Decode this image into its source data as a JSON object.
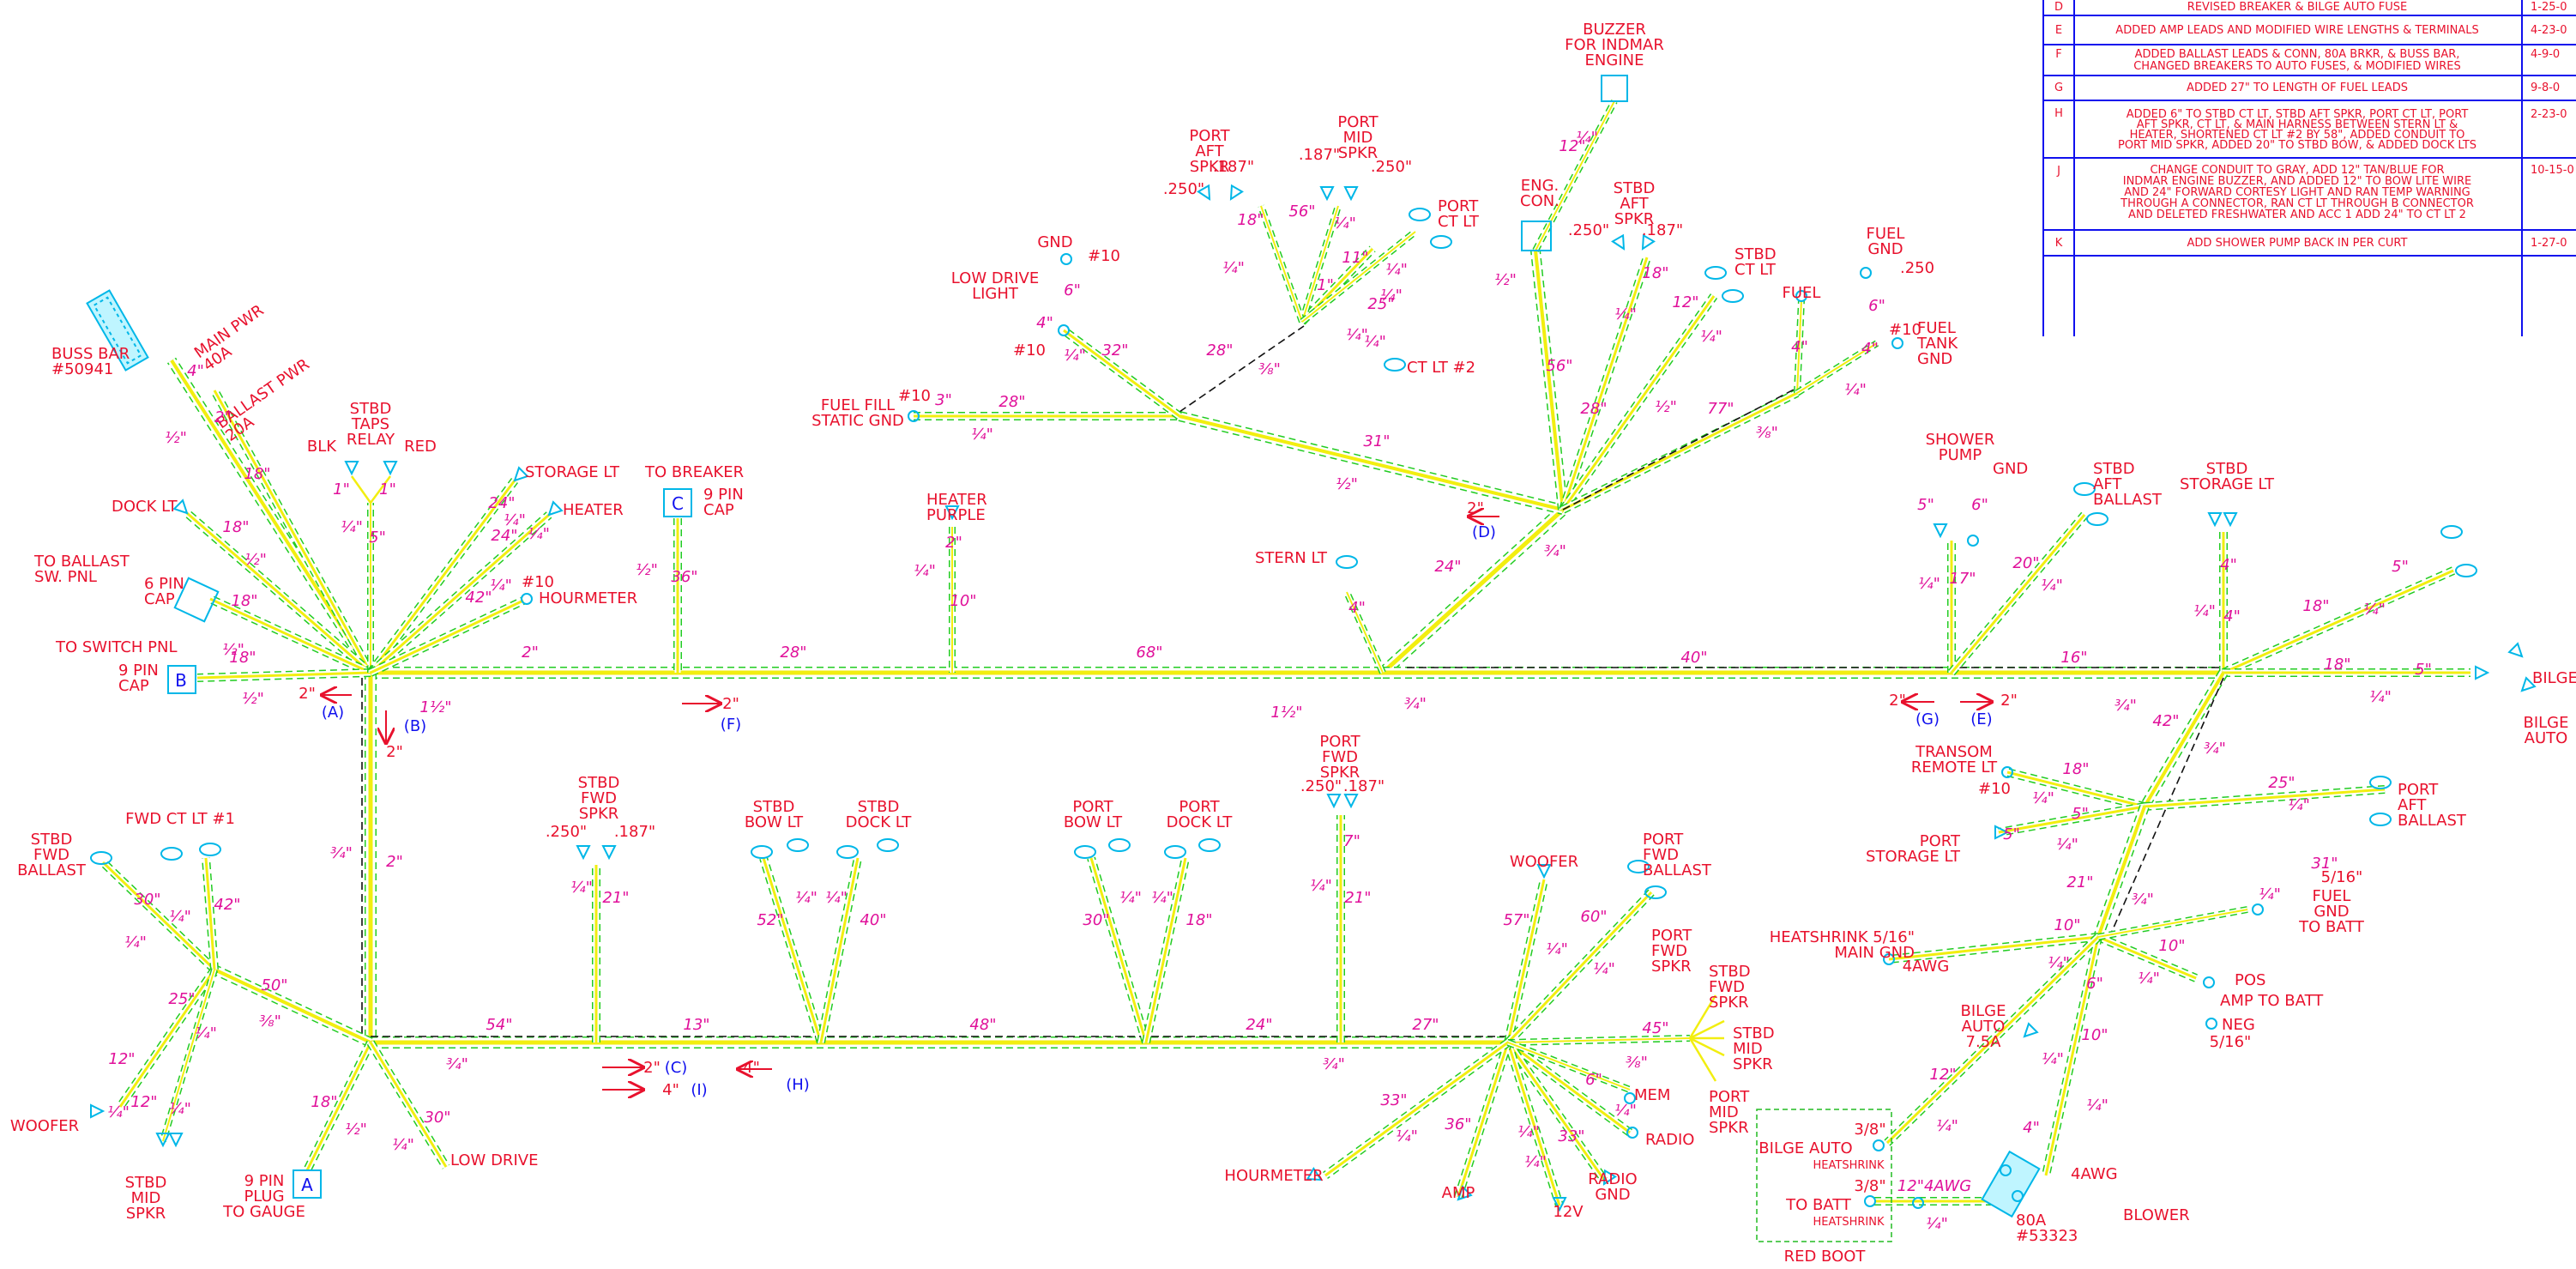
{
  "revisions": [
    {
      "letter": "D",
      "description": [
        "REVISED BREAKER & BILGE AUTO FUSE"
      ],
      "date": "1-25-0"
    },
    {
      "letter": "E",
      "description": [
        "ADDED AMP LEADS AND MODIFIED WIRE LENGTHS & TERMINALS"
      ],
      "date": "4-23-0"
    },
    {
      "letter": "F",
      "description": [
        "ADDED BALLAST LEADS & CONN, 80A BRKR, & BUSS BAR,",
        "CHANGED BREAKERS TO AUTO FUSES, & MODIFIED WIRES"
      ],
      "date": "4-9-0"
    },
    {
      "letter": "G",
      "description": [
        "ADDED 27\" TO LENGTH OF FUEL LEADS"
      ],
      "date": "9-8-0"
    },
    {
      "letter": "H",
      "description": [
        "ADDED 6\" TO STBD CT LT, STBD AFT SPKR, PORT CT LT, PORT",
        "AFT SPKR, CT LT, & MAIN HARNESS BETWEEN STERN LT &",
        "HEATER, SHORTENED CT LT #2 BY 58\", ADDED CONDUIT TO",
        "PORT MID SPKR, ADDED 20\" TO STBD BOW, & ADDED DOCK LTS"
      ],
      "date": "2-23-0"
    },
    {
      "letter": "J",
      "description": [
        "CHANGE CONDUIT TO GRAY, ADD 12\" TAN/BLUE FOR",
        "INDMAR ENGINE BUZZER, AND ADDED 12\" TO BOW LITE WIRE",
        "AND 24\" FORWARD CORTESY LIGHT AND RAN TEMP WARNING",
        "THROUGH A CONNECTOR, RAN CT LT THROUGH B CONNECTOR",
        "AND DELETED FRESHWATER AND ACC 1 ADD 24\" TO CT LT 2"
      ],
      "date": "10-15-0"
    },
    {
      "letter": "K",
      "description": [
        "ADD SHOWER PUMP BACK IN PER CURT"
      ],
      "date": "1-27-0"
    }
  ],
  "labels": [
    {
      "id": "buzzer",
      "lines": [
        "BUZZER",
        "FOR INDMAR",
        "ENGINE"
      ]
    },
    {
      "id": "buss-bar",
      "lines": [
        "BUSS BAR",
        "#50941"
      ]
    },
    {
      "id": "main-pwr",
      "lines": [
        "MAIN PWR",
        "40A"
      ]
    },
    {
      "id": "ballast-pwr",
      "lines": [
        "BALLAST PWR",
        "20A"
      ]
    },
    {
      "id": "stbd-taps-relay",
      "lines": [
        "STBD",
        "TAPS",
        "RELAY"
      ]
    },
    {
      "id": "blk",
      "lines": [
        "BLK"
      ]
    },
    {
      "id": "red",
      "lines": [
        "RED"
      ]
    },
    {
      "id": "dock-lt",
      "lines": [
        "DOCK LT"
      ]
    },
    {
      "id": "storage-lt-fwd",
      "lines": [
        "STORAGE LT"
      ]
    },
    {
      "id": "heater",
      "lines": [
        "HEATER"
      ]
    },
    {
      "id": "to-breaker",
      "lines": [
        "TO BREAKER"
      ]
    },
    {
      "id": "nine-pin-cap-c",
      "lines": [
        "9 PIN",
        "CAP"
      ]
    },
    {
      "id": "to-ballast",
      "lines": [
        "TO BALLAST",
        "SW. PNL"
      ]
    },
    {
      "id": "six-pin-cap",
      "lines": [
        "6 PIN",
        "CAP"
      ]
    },
    {
      "id": "hourmeter-top",
      "lines": [
        "HOURMETER"
      ]
    },
    {
      "id": "to-switch-pnl",
      "lines": [
        "TO SWITCH PNL"
      ]
    },
    {
      "id": "nine-pin-cap-b",
      "lines": [
        "9 PIN",
        "CAP"
      ]
    },
    {
      "id": "gnd-low",
      "lines": [
        "GND"
      ]
    },
    {
      "id": "low-drive-light",
      "lines": [
        "LOW DRIVE",
        "LIGHT"
      ]
    },
    {
      "id": "fuel-fill",
      "lines": [
        "FUEL FILL",
        "STATIC GND"
      ]
    },
    {
      "id": "heater-purple",
      "lines": [
        "HEATER",
        "PURPLE"
      ]
    },
    {
      "id": "port-aft-spkr",
      "lines": [
        "PORT",
        "AFT",
        "SPKR"
      ]
    },
    {
      "id": "port-mid-spkr",
      "lines": [
        "PORT",
        "MID",
        "SPKR"
      ]
    },
    {
      "id": "port-ct-lt",
      "lines": [
        "PORT",
        "CT LT"
      ]
    },
    {
      "id": "ct-lt-2",
      "lines": [
        "CT LT #2"
      ]
    },
    {
      "id": "eng-con",
      "lines": [
        "ENG.",
        "CON."
      ]
    },
    {
      "id": "stbd-aft-spkr",
      "lines": [
        "STBD",
        "AFT",
        "SPKR"
      ]
    },
    {
      "id": "stbd-ct-lt",
      "lines": [
        "STBD",
        "CT LT"
      ]
    },
    {
      "id": "fuel",
      "lines": [
        "FUEL"
      ]
    },
    {
      "id": "fuel-gnd",
      "lines": [
        "FUEL",
        "GND"
      ]
    },
    {
      "id": "fuel-tank-gnd",
      "lines": [
        "FUEL",
        "TANK",
        "GND"
      ]
    },
    {
      "id": "stern-lt",
      "lines": [
        "STERN LT"
      ]
    },
    {
      "id": "shower-pump",
      "lines": [
        "SHOWER",
        "PUMP"
      ]
    },
    {
      "id": "gnd-shower",
      "lines": [
        "GND"
      ]
    },
    {
      "id": "stbd-aft-ballast",
      "lines": [
        "STBD",
        "AFT",
        "BALLAST"
      ]
    },
    {
      "id": "stbd-storage-lt",
      "lines": [
        "STBD",
        "STORAGE LT"
      ]
    },
    {
      "id": "bilge",
      "lines": [
        "BILGE"
      ]
    },
    {
      "id": "bilge-auto-r",
      "lines": [
        "BILGE",
        "AUTO"
      ]
    },
    {
      "id": "transom-remote-lt",
      "lines": [
        "TRANSOM",
        "REMOTE LT"
      ]
    },
    {
      "id": "port-aft-ballast",
      "lines": [
        "PORT",
        "AFT",
        "BALLAST"
      ]
    },
    {
      "id": "port-storage-lt",
      "lines": [
        "PORT",
        "STORAGE LT"
      ]
    },
    {
      "id": "fuel-gnd-batt",
      "lines": [
        "FUEL",
        "GND",
        "TO BATT"
      ]
    },
    {
      "id": "heatshrink-main",
      "lines": [
        "HEATSHRINK 5/16\"",
        "MAIN GND"
      ]
    },
    {
      "id": "pos",
      "lines": [
        "POS"
      ]
    },
    {
      "id": "amp-to-batt",
      "lines": [
        "AMP TO BATT"
      ]
    },
    {
      "id": "neg",
      "lines": [
        "NEG"
      ]
    },
    {
      "id": "bilge-auto-fuse",
      "lines": [
        "BILGE",
        "AUTO",
        "7.5A"
      ]
    },
    {
      "id": "bilge-auto-box",
      "lines": [
        "BILGE AUTO"
      ]
    },
    {
      "id": "to-batt",
      "lines": [
        "TO BATT"
      ]
    },
    {
      "id": "red-boot",
      "lines": [
        "RED BOOT"
      ]
    },
    {
      "id": "blower",
      "lines": [
        "BLOWER"
      ]
    },
    {
      "id": "eighty-a",
      "lines": [
        "80A",
        "#53323"
      ]
    },
    {
      "id": "stbd-fwd-ballast",
      "lines": [
        "STBD",
        "FWD",
        "BALLAST"
      ]
    },
    {
      "id": "fwd-ct-lt",
      "lines": [
        "FWD CT LT #1"
      ]
    },
    {
      "id": "woofer-l",
      "lines": [
        "WOOFER"
      ]
    },
    {
      "id": "stbd-mid-spkr-l",
      "lines": [
        "STBD",
        "MID",
        "SPKR"
      ]
    },
    {
      "id": "nine-pin-plug",
      "lines": [
        "9 PIN",
        "PLUG",
        "TO GAUGE"
      ]
    },
    {
      "id": "low-drive",
      "lines": [
        "LOW DRIVE"
      ]
    },
    {
      "id": "stbd-fwd-spkr",
      "lines": [
        "STBD",
        "FWD",
        "SPKR"
      ]
    },
    {
      "id": "stbd-bow-lt",
      "lines": [
        "STBD",
        "BOW LT"
      ]
    },
    {
      "id": "stbd-dock-lt",
      "lines": [
        "STBD",
        "DOCK LT"
      ]
    },
    {
      "id": "port-bow-lt",
      "lines": [
        "PORT",
        "BOW LT"
      ]
    },
    {
      "id": "port-dock-lt",
      "lines": [
        "PORT",
        "DOCK LT"
      ]
    },
    {
      "id": "port-fwd-spkr",
      "lines": [
        "PORT",
        "FWD",
        "SPKR"
      ]
    },
    {
      "id": "woofer-r",
      "lines": [
        "WOOFER"
      ]
    },
    {
      "id": "port-fwd-ballast",
      "lines": [
        "PORT",
        "FWD",
        "BALLAST"
      ]
    },
    {
      "id": "port-fwd-spkr-r",
      "lines": [
        "PORT",
        "FWD",
        "SPKR"
      ]
    },
    {
      "id": "stbd-fwd-spkr-r",
      "lines": [
        "STBD",
        "FWD",
        "SPKR"
      ]
    },
    {
      "id": "stbd-mid-spkr-r",
      "lines": [
        "STBD",
        "MID",
        "SPKR"
      ]
    },
    {
      "id": "port-mid-spkr-r",
      "lines": [
        "PORT",
        "MID",
        "SPKR"
      ]
    },
    {
      "id": "mem",
      "lines": [
        "MEM"
      ]
    },
    {
      "id": "radio",
      "lines": [
        "RADIO"
      ]
    },
    {
      "id": "radio-gnd",
      "lines": [
        "RADIO",
        "GND"
      ]
    },
    {
      "id": "twelve-v",
      "lines": [
        "12V"
      ]
    },
    {
      "id": "amp",
      "lines": [
        "AMP"
      ]
    },
    {
      "id": "hourmeter-bot",
      "lines": [
        "HOURMETER"
      ]
    }
  ],
  "connectors": {
    "a": "A",
    "b": "B",
    "c": "C"
  },
  "notes": {
    "a": "(A)",
    "b": "(B)",
    "d": "(D)",
    "f": "(F)",
    "g": "(G)",
    "e": "(E)",
    "c": "(C)",
    "i": "(I)",
    "h": "(H)",
    "two_in": "2\"",
    "four_in": "4\"",
    "heatshrink": "HEATSHRINK",
    "three_eighths": "3/8\"",
    "four_awg": "4AWG",
    "five_sixteenths": "5/16\"",
    "ten": "#10",
    "point187": ".187\"",
    "point250": ".250\"",
    "point250b": ".250"
  },
  "lengths": {
    "l4": "4\"",
    "l2": "2\"",
    "l18": "18\"",
    "l5": "5\"",
    "l1": "1\"",
    "l24": "24\"",
    "l42": "42\"",
    "l36": "36\"",
    "l28": "28\"",
    "l68": "68\"",
    "l10": "10\"",
    "l6": "6\"",
    "l32": "32\"",
    "l3": "3\"",
    "l56": "56\"",
    "l11": "11\"",
    "l25": "25\"",
    "l12": "12\"",
    "l31": "31\"",
    "l77": "77\"",
    "l40": "40\"",
    "l20": "20\"",
    "l17": "17\"",
    "l16": "16\"",
    "l21": "21\"",
    "l30": "30\"",
    "l50": "50\"",
    "l54": "54\"",
    "l13": "13\"",
    "l48": "48\"",
    "l27": "27\"",
    "l52": "52\"",
    "l7": "7\"",
    "l57": "57\"",
    "l60": "60\"",
    "l45": "45\"",
    "l33": "33\"",
    "l1half": "1½\"",
    "q": "¼\"",
    "h": "½\"",
    "t": "¾\"",
    "e": "⅜\"",
    "q12": "12\"",
    "twelve_awg": "12\"4AWG"
  }
}
